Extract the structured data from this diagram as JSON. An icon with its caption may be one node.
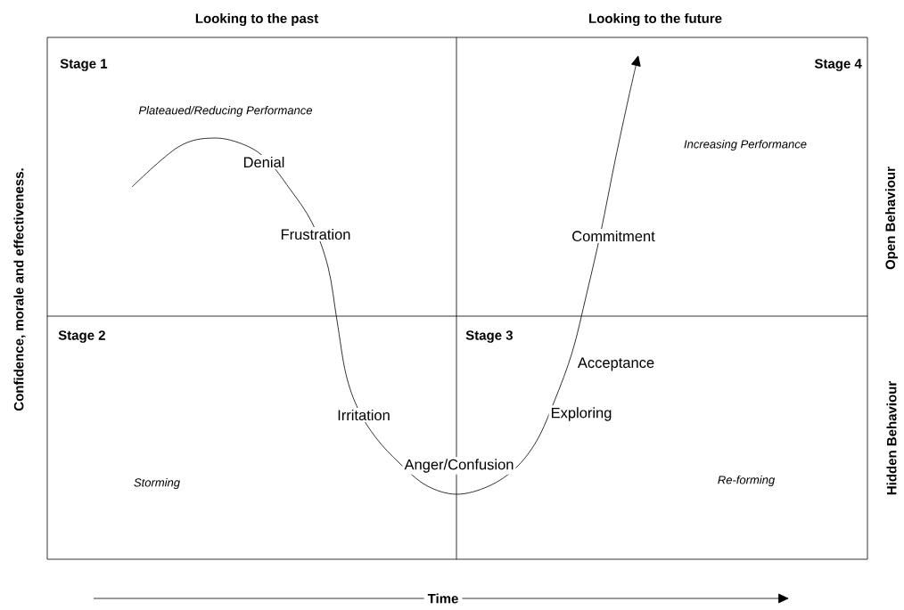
{
  "diagram": {
    "labels": [
      "Looking to the past",
      "Looking to the future",
      "Stage 1",
      "Stage 4",
      "Plateaued/Reducing Performance",
      "Confidence, morale and effectiveness.",
      "Increasing Performance",
      "Denial",
      "Frustration",
      "Commitment",
      "Open Behaviour",
      "Stage 2",
      "Stage 3",
      "Acceptance",
      "Irritation",
      "Exploring",
      "Anger/Confusion",
      "Storming",
      "Re-forming",
      "Hidden Behaviour",
      "Time"
    ]
  }
}
